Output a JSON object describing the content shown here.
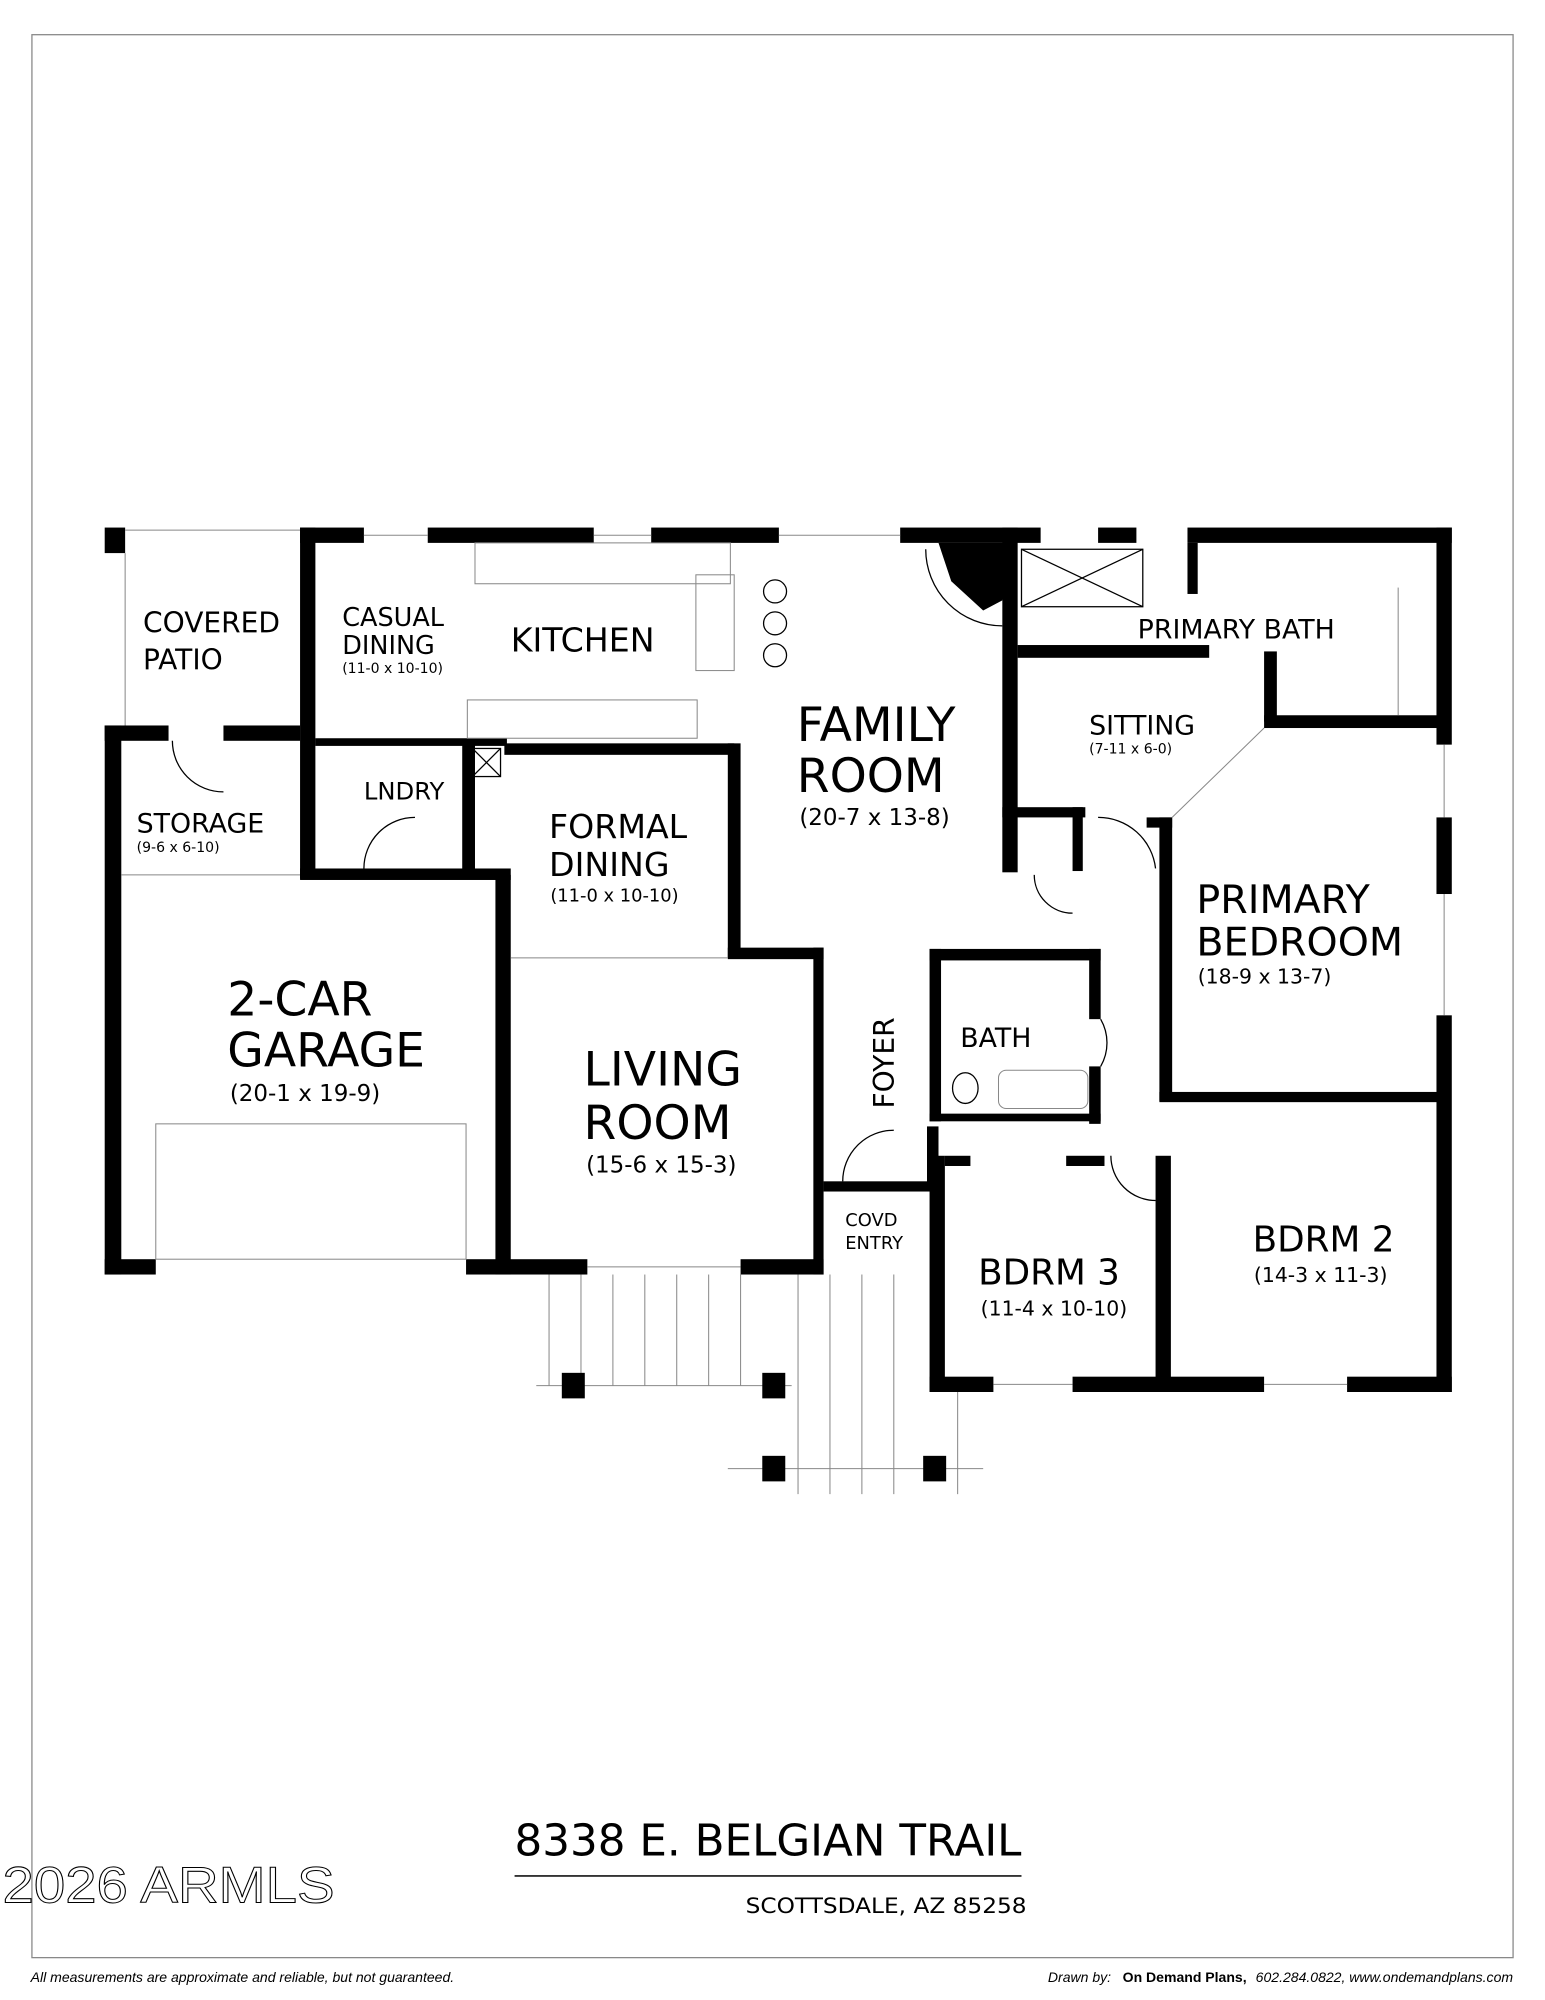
{
  "plan": {
    "rooms": {
      "covered_patio": {
        "line1": "COVERED",
        "line2": "PATIO"
      },
      "casual_dining": {
        "line1": "CASUAL",
        "line2": "DINING",
        "dims": "(11-0 x 10-10)"
      },
      "kitchen": {
        "line1": "KITCHEN"
      },
      "family_room": {
        "line1": "FAMILY",
        "line2": "ROOM",
        "dims": "(20-7 x 13-8)"
      },
      "primary_bath": {
        "line1": "PRIMARY BATH"
      },
      "sitting": {
        "line1": "SITTING",
        "dims": "(7-11 x 6-0)"
      },
      "storage": {
        "line1": "STORAGE",
        "dims": "(9-6 x 6-10)"
      },
      "laundry": {
        "line1": "LNDRY"
      },
      "formal_dining": {
        "line1": "FORMAL",
        "line2": "DINING",
        "dims": "(11-0 x 10-10)"
      },
      "primary_bedroom": {
        "line1": "PRIMARY",
        "line2": "BEDROOM",
        "dims": "(18-9 x 13-7)"
      },
      "garage": {
        "line1": "2-CAR",
        "line2": "GARAGE",
        "dims": "(20-1 x 19-9)"
      },
      "living_room": {
        "line1": "LIVING",
        "line2": "ROOM",
        "dims": "(15-6 x 15-3)"
      },
      "foyer": {
        "line1": "FOYER"
      },
      "bath": {
        "line1": "BATH"
      },
      "covd_entry": {
        "line1": "COVD",
        "line2": "ENTRY"
      },
      "bdrm3": {
        "line1": "BDRM 3",
        "dims": "(11-4 x 10-10)"
      },
      "bdrm2": {
        "line1": "BDRM 2",
        "dims": "(14-3 x 11-3)"
      }
    }
  },
  "title_block": {
    "address": "8338 E. BELGIAN TRAIL",
    "city": "SCOTTSDALE, AZ 85258",
    "watermark": "2026 ARMLS"
  },
  "footer": {
    "disclaimer": "All measurements are approximate and reliable, but not guaranteed.",
    "drawn_by_label": "Drawn by:",
    "company": "On Demand Plans,",
    "contact": "602.284.0822, www.ondemandplans.com"
  }
}
